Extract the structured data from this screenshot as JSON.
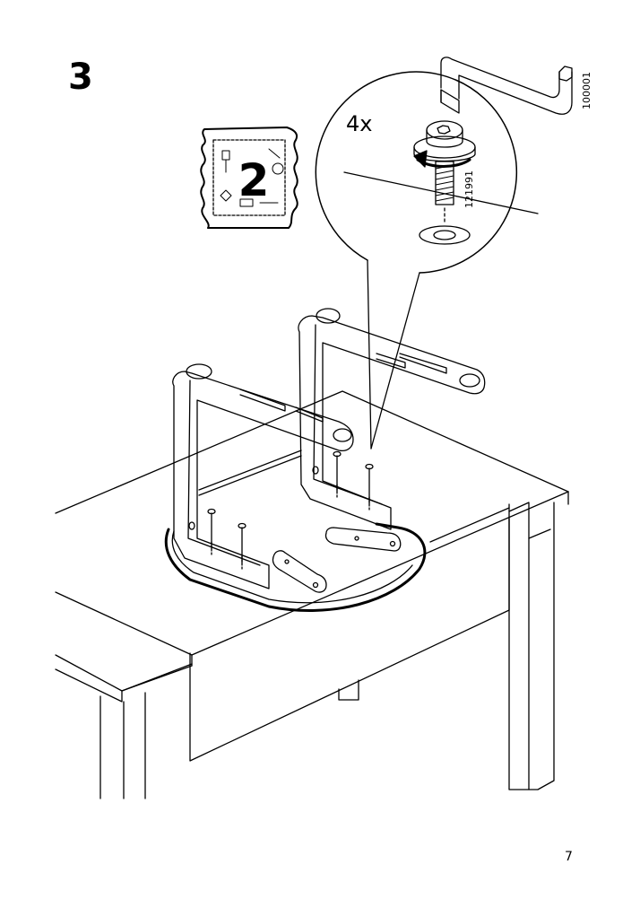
{
  "step": {
    "number": "3"
  },
  "bag": {
    "number": "2"
  },
  "detail": {
    "quantity": "4x",
    "screw_part": "121991",
    "allen_key_part": "100001"
  },
  "page": {
    "number": "7"
  }
}
